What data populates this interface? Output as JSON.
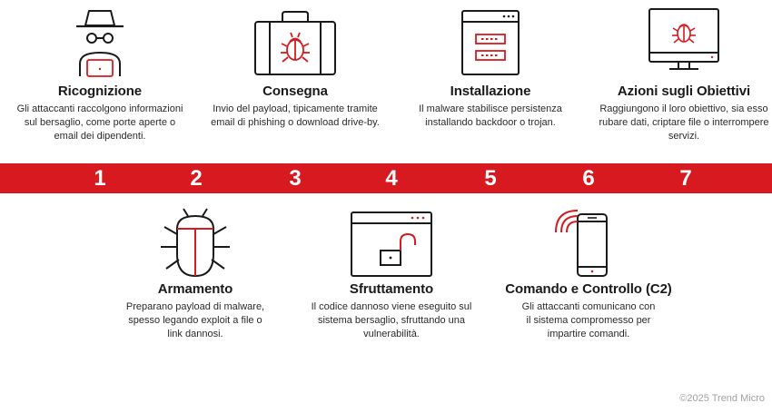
{
  "steps": [
    {
      "number": "1",
      "title": "Ricognizione",
      "description": "Gli attaccanti raccolgono informazioni sul bersaglio, come porte aperte o email dei dipendenti.",
      "icon": "hacker-spy-icon"
    },
    {
      "number": "2",
      "title": "Armamento",
      "description": "Preparano payload di malware, spesso legando exploit a file o link dannosi.",
      "icon": "bug-icon"
    },
    {
      "number": "3",
      "title": "Consegna",
      "description": "Invio del payload, tipicamente tramite email di phishing o download drive-by.",
      "icon": "briefcase-bug-icon"
    },
    {
      "number": "4",
      "title": "Sfruttamento",
      "description": "Il codice dannoso viene eseguito sul sistema bersaglio, sfruttando una vulnerabilità.",
      "icon": "browser-unlocked-padlock-icon"
    },
    {
      "number": "5",
      "title": "Installazione",
      "description": "Il malware stabilisce persistenza installando backdoor o trojan.",
      "icon": "server-window-icon"
    },
    {
      "number": "6",
      "title": "Comando e Controllo (C2)",
      "description": "Gli attaccanti comunicano con il sistema compromesso per impartire comandi.",
      "icon": "phone-signal-icon"
    },
    {
      "number": "7",
      "title": "Azioni sugli Obiettivi",
      "description": "Raggiungono il loro obiettivo, sia esso rubare dati, criptare file o interrompere servizi.",
      "icon": "monitor-bug-icon"
    }
  ],
  "footer": {
    "copyright": "©2025 Trend Micro"
  },
  "colors": {
    "accent": "#d71920",
    "text": "#1a1a1a",
    "muted": "#a0a0a0"
  }
}
